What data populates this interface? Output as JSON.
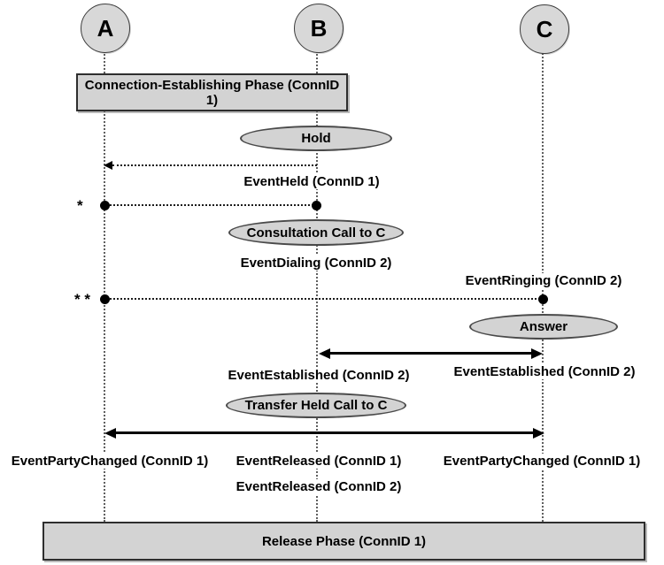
{
  "parties": [
    {
      "label": "A"
    },
    {
      "label": "B"
    },
    {
      "label": "C"
    }
  ],
  "phase_boxes": {
    "connection_establishing": "Connection-Establishing Phase (ConnID 1)",
    "release": "Release Phase (ConnID 1)"
  },
  "action_ellipses": {
    "hold": "Hold",
    "consultation": "Consultation Call to C",
    "answer": "Answer",
    "transfer": "Transfer Held Call to C"
  },
  "event_labels": {
    "held": "EventHeld (ConnID 1)",
    "dialing": "EventDialing (ConnID 2)",
    "ringing": "EventRinging (ConnID 2)",
    "established_b": "EventEstablished (ConnID 2)",
    "established_c": "EventEstablished (ConnID 2)",
    "party_changed_a": "EventPartyChanged (ConnID 1)",
    "released_conn1": "EventReleased (ConnID 1)",
    "party_changed_c": "EventPartyChanged (ConnID 1)",
    "released_conn2": "EventReleased (ConnID 2)"
  },
  "markers": {
    "single_star": "*",
    "double_star": "* *"
  },
  "colors": {
    "shape_fill": "#d3d3d3",
    "shape_border": "#3c3c3c",
    "line": "#000000",
    "background": "#ffffff"
  }
}
